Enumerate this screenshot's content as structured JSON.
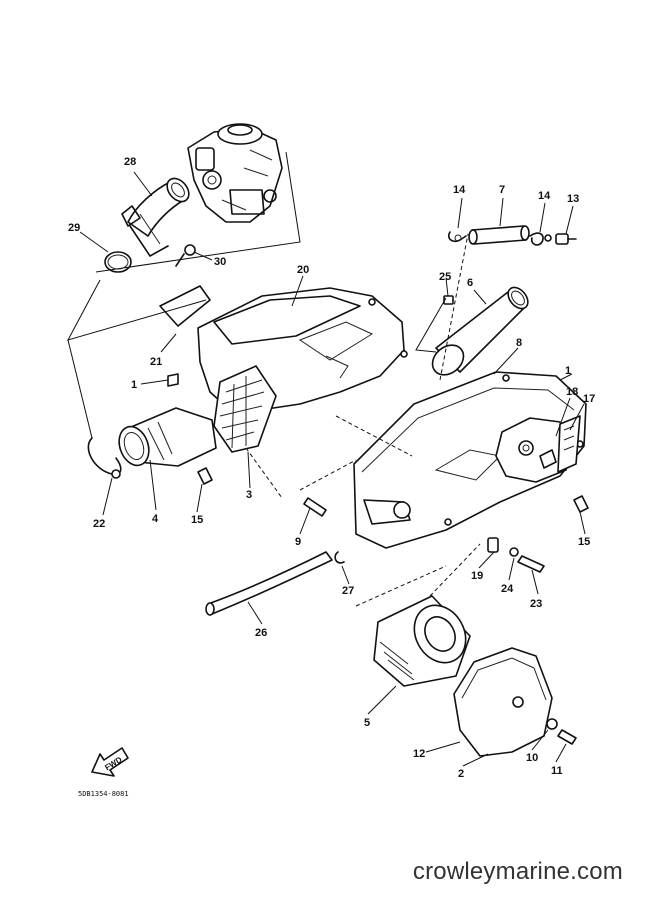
{
  "diagram": {
    "drawing_code": "5DB1354-8081",
    "fwd_label": "FWD",
    "callouts": {
      "c1a": "1",
      "c1b": "1",
      "c2": "2",
      "c3": "3",
      "c4": "4",
      "c5": "5",
      "c6": "6",
      "c7": "7",
      "c8": "8",
      "c9": "9",
      "c10": "10",
      "c11": "11",
      "c12": "12",
      "c13": "13",
      "c14a": "14",
      "c14b": "14",
      "c15a": "15",
      "c15b": "15",
      "c17": "17",
      "c18": "18",
      "c19": "19",
      "c20": "20",
      "c21": "21",
      "c22": "22",
      "c23": "23",
      "c24": "24",
      "c25": "25",
      "c26": "26",
      "c27": "27",
      "c28": "28",
      "c29": "29",
      "c30": "30"
    }
  },
  "watermark": "crowleymarine.com"
}
